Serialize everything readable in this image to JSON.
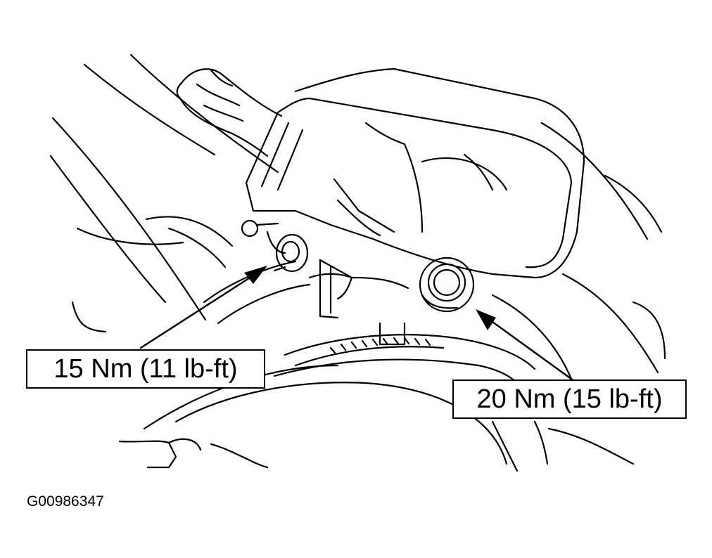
{
  "callouts": {
    "left_torque": "15 Nm (11 lb-ft)",
    "right_torque": "20 Nm (15 lb-ft)"
  },
  "figure_id": "G00986347",
  "colors": {
    "line": "#000000",
    "background": "#ffffff"
  }
}
